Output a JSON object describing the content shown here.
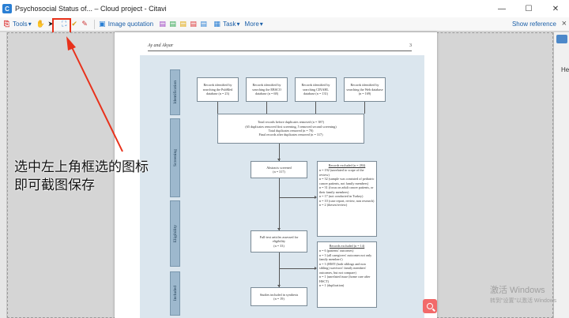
{
  "window": {
    "title": "Psychosocial Status of... – Cloud project - Citavi",
    "app_icon_letter": "C",
    "controls": {
      "minimize": "—",
      "maximize": "☐",
      "close": "✕"
    }
  },
  "toolbar": {
    "tools_label": "Tools",
    "image_quotation_label": "Image quotation",
    "task_label": "Task",
    "more_label": "More",
    "show_reference_label": "Show reference",
    "dropdown_glyph": "▾"
  },
  "right_panel": {
    "label": "He"
  },
  "page": {
    "running_head": "Ay and Akyar",
    "page_number": "3"
  },
  "flowchart": {
    "stages": [
      "Identification",
      "Screening",
      "Eligibility",
      "Included"
    ],
    "identification_boxes": [
      "Records identified by searching the PubMed database (n = 23)",
      "Records identified by searching the EBSCO database (n = 68)",
      "Records identified by searching CINAHL database (n = 131)",
      "Records identified by searching the Web database (n = 169)"
    ],
    "screening_box": {
      "line1": "Total records before duplicates removed (n = 387)",
      "line2": "(65 duplicates removed first screening, 5 removed second screening)",
      "line3": "Total duplicates removed (n = 70)",
      "line4": "Final records after duplicates removed (n = 317)"
    },
    "abstracts_box": {
      "line1": "Abstracts screened",
      "line2": "(n = 317)"
    },
    "excluded_screening": {
      "title": "Records excluded (n = 284)",
      "lines": [
        "n = 192 (unrelated to scope of the review)",
        "n = 32 (sample was consisted of pediatric cancer patients, not family members)",
        "n = 31 (focus on adult cancer patients, or their family members)",
        "n = 17 (not conducted in Turkey)",
        "n = 10 (case report, review, non research)",
        "n = 2 (theses/review)"
      ]
    },
    "fulltext_box": {
      "line1": "Full-text articles assessed for eligibility",
      "line2": "(n = 33)"
    },
    "excluded_eligibility": {
      "title": "Records excluded (n = 14)",
      "lines": [
        "n = 6 (patients' outcomes)",
        "n = 3 (all caregivers' outcomes not only family members')",
        "n = 3 (HMT (both siblings and non sibling) survivors' family members' outcomes, but not compare)",
        "n = 1 (unrelated issue (home care after HSCT)",
        "n = 1 (duplication)"
      ]
    },
    "included_box": {
      "line1": "Studies included in synthesis",
      "line2": "(n = 19)"
    }
  },
  "annotation": {
    "line1": "选中左上角框选的图标",
    "line2": "即可截图保存",
    "color": "#e8311b"
  },
  "watermark": {
    "line1": "激活 Windows",
    "line2": "转到\"设置\"以激活 Windows"
  },
  "colors": {
    "link": "#1b5fa8",
    "highlight": "#e8311b",
    "flow_bg": "#dbe6ee",
    "stage_fill": "#9db8cd"
  }
}
